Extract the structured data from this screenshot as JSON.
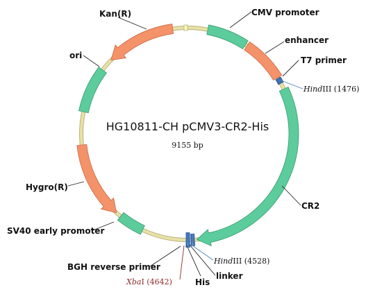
{
  "plasmid": {
    "title": "HG10811-CH pCMV3-CR2-His",
    "size_label": "9155 bp",
    "backbone_color": "#e8e2a8"
  },
  "features": [
    {
      "id": "kan",
      "label": "Kan(R)",
      "color": "#f4926a",
      "stroke": "#c86a45"
    },
    {
      "id": "cmv",
      "label": "CMV promoter",
      "color": "#5ccc9c",
      "stroke": "#3a9a72"
    },
    {
      "id": "enh",
      "label": "enhancer",
      "color": "#f4926a",
      "stroke": "#c86a45"
    },
    {
      "id": "t7",
      "label": "T7 primer",
      "color": "#3f6fb3"
    },
    {
      "id": "cr2",
      "label": "CR2",
      "color": "#5ccc9c",
      "stroke": "#3a9a72"
    },
    {
      "id": "ori",
      "label": "ori",
      "color": "#5ccc9c",
      "stroke": "#3a9a72"
    },
    {
      "id": "hygro",
      "label": "Hygro(R)",
      "color": "#f4926a",
      "stroke": "#c86a45"
    },
    {
      "id": "sv40",
      "label": "SV40 early promoter",
      "color": "#5ccc9c",
      "stroke": "#3a9a72"
    },
    {
      "id": "bgh",
      "label": "BGH reverse primer",
      "color": "#3f6fb3"
    },
    {
      "id": "his",
      "label": "His",
      "color": "#3f6fb3"
    },
    {
      "id": "linker",
      "label": "linker",
      "color": "#3f6fb3"
    }
  ],
  "sites": [
    {
      "id": "hind1",
      "italic": "Hind",
      "rest": "III",
      "pos": "(1476)",
      "line_color": "#4a86b8"
    },
    {
      "id": "hind2",
      "italic": "Hind",
      "rest": "III",
      "pos": "(4528)",
      "line_color": "#4a86b8"
    },
    {
      "id": "xba",
      "italic": "Xba",
      "rest": "I",
      "pos": "(4642)",
      "line_color": "#8b2a2a",
      "text_color": "#8b2a2a"
    }
  ]
}
